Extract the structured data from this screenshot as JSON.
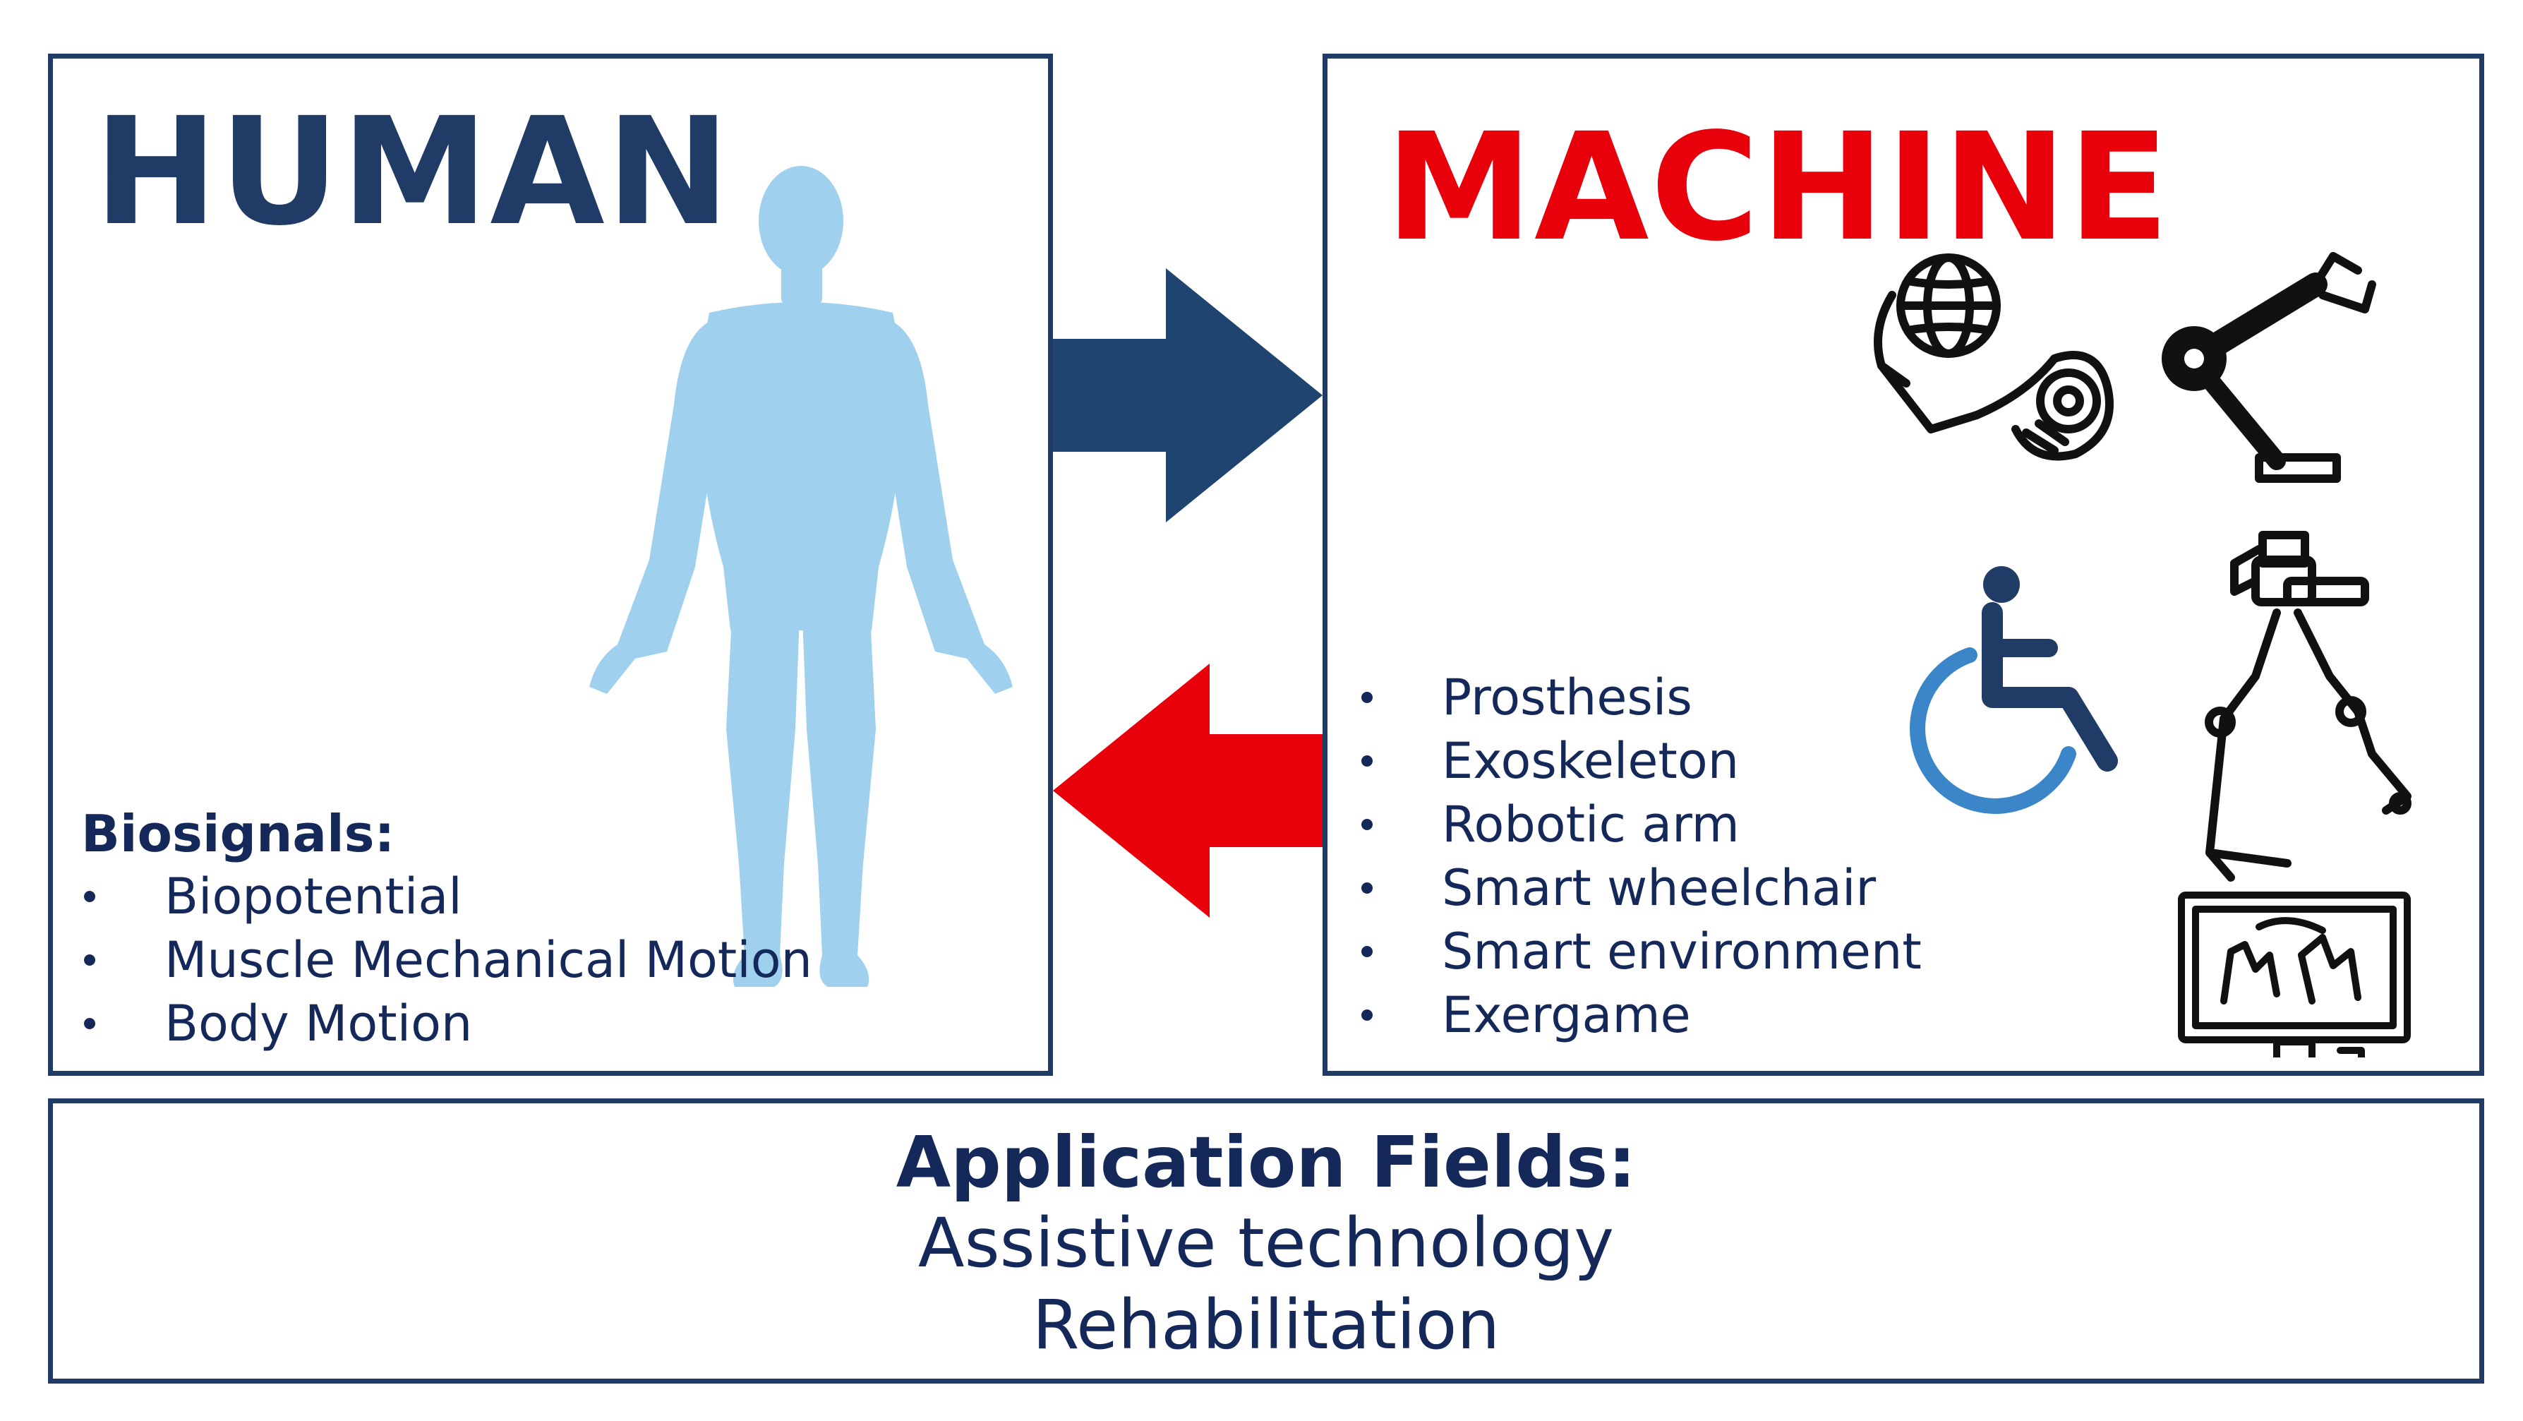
{
  "human": {
    "title": "HUMAN",
    "list_heading": "Biosignals:",
    "items": [
      "Biopotential",
      "Muscle Mechanical Motion",
      "Body Motion"
    ]
  },
  "machine": {
    "title": "MACHINE",
    "items": [
      "Prosthesis",
      "Exoskeleton",
      "Robotic arm",
      "Smart wheelchair",
      "Smart environment",
      "Exergame"
    ]
  },
  "application": {
    "heading": "Application Fields:",
    "lines": [
      "Assistive technology",
      "Rehabilitation"
    ]
  },
  "colors": {
    "navy": "#1f3b66",
    "text": "#14295a",
    "red": "#e8000b",
    "figure": "#9fd0ee",
    "wheelchair": "#3a86c8"
  },
  "icons": [
    "human-body-icon",
    "prosthetic-hand-icon",
    "robotic-arm-icon",
    "wheelchair-icon",
    "exoskeleton-icon",
    "exergame-monitor-icon"
  ]
}
